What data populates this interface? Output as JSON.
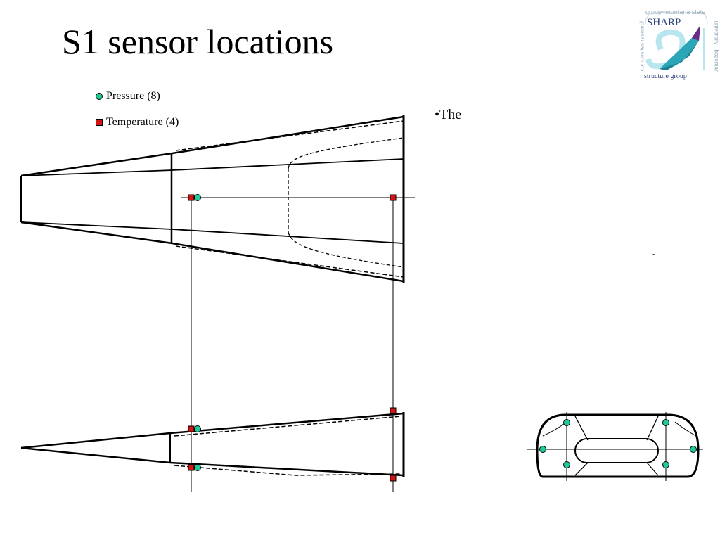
{
  "slide": {
    "title": "S1 sensor locations",
    "bullet_text": "•The",
    "stray_mark": "-"
  },
  "legend": {
    "pressure_label": "Pressure (8)",
    "temperature_label": "Temperature (4)",
    "pressure_color": "#1fc99a",
    "temperature_color": "#d41414"
  },
  "logo": {
    "name": "SHARP",
    "ring_top": "group~montana state",
    "ring_left": "composites research",
    "ring_right": "university - bozeman",
    "tagline": "structure group",
    "accent_color": "#2aa6b8",
    "secondary_color": "#6a2a8a"
  }
}
